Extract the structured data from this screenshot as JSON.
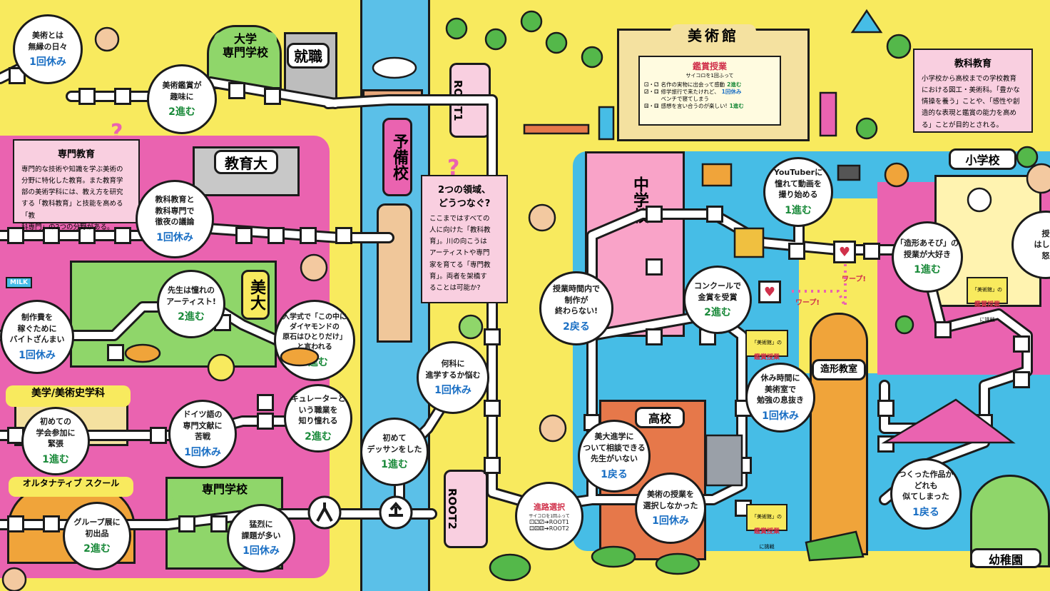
{
  "colors": {
    "bg": "#f8ea5e",
    "pink": "#ea63b0",
    "lightpink": "#f9cfe0",
    "green": "#8fd66a",
    "blue": "#46bde6",
    "orange": "#f0a43a",
    "brick": "#e6784a",
    "river": "#5bc0e8"
  },
  "labels": {
    "art_univ": "大学\n専門学校",
    "job": "就職",
    "museum": "美術館",
    "edu_univ": "教育大",
    "bidai": "美大",
    "yobiko": "予備校",
    "bigaku": "美学/美術史学科",
    "alternative": "オルタナティブ スクール",
    "senmon": "専門学校",
    "chugakko": "中学校",
    "shogakko": "小学校",
    "kokou": "高校",
    "zokei": "造形教室",
    "yochien": "幼稚園",
    "root1": "ROOT1",
    "root2": "ROOT2",
    "warp1": "ワープ!",
    "warp2": "ワープ!",
    "milk": "MILK"
  },
  "squares": [
    {
      "text": "美術とは\n無縁の日々",
      "effect": "1回休み",
      "kind": "ng"
    },
    {
      "text": "美術鑑賞が\n趣味に",
      "effect": "2進む",
      "kind": "ok"
    },
    {
      "text": "教科教育と\n教科専門で\n徹夜の議論",
      "effect": "1回休み",
      "kind": "ng"
    },
    {
      "text": "先生は憧れの\nアーティスト!",
      "effect": "2進む",
      "kind": "ok"
    },
    {
      "text": "制作費を\n稼ぐために\nバイトざんまい",
      "effect": "1回休み",
      "kind": "ng"
    },
    {
      "text": "入学式で「この中に\nダイヤモンドの\n原石はひとりだけ」\nと言われる",
      "effect": "1進む",
      "kind": "ok"
    },
    {
      "text": "キュレーターと\nいう職業を\n知り憧れる",
      "effect": "2進む",
      "kind": "ok"
    },
    {
      "text": "ドイツ語の\n専門文献に\n苦戦",
      "effect": "1回休み",
      "kind": "ng"
    },
    {
      "text": "初めての\n学会参加に\n緊張",
      "effect": "1進む",
      "kind": "ok"
    },
    {
      "text": "グループ展に\n初出品",
      "effect": "2進む",
      "kind": "ok"
    },
    {
      "text": "猛烈に\n課題が多い",
      "effect": "1回休み",
      "kind": "ng"
    },
    {
      "text": "何科に\n進学するか悩む",
      "effect": "1回休み",
      "kind": "ng"
    },
    {
      "text": "初めて\nデッサンをした",
      "effect": "1進む",
      "kind": "ok"
    },
    {
      "text": "授業時間内で\n制作が\n終わらない!",
      "effect": "2戻る",
      "kind": "ng"
    },
    {
      "text": "コンクールで\n金賞を受賞",
      "effect": "2進む",
      "kind": "ok"
    },
    {
      "text": "YouTuberに\n憧れて動画を\n撮り始める",
      "effect": "1進む",
      "kind": "ok"
    },
    {
      "text": "「造形あそび」の\n授業が大好き",
      "effect": "1進む",
      "kind": "ok"
    },
    {
      "text": "休み時間に\n美術室で\n勉強の息抜き",
      "effect": "1回休み",
      "kind": "ng"
    },
    {
      "text": "美大進学に\nついて相談できる\n先生がいない",
      "effect": "1戻る",
      "kind": "ng"
    },
    {
      "text": "美術の授業を\n選択しなかった",
      "effect": "1回休み",
      "kind": "ng"
    },
    {
      "text": "つくった作品が\nどれも\n似てしまった",
      "effect": "1戻る",
      "kind": "ng"
    },
    {
      "text": "授\nはしゃ\n怒",
      "effect": "",
      "kind": "ng"
    }
  ],
  "info_boxes": [
    {
      "title": "専門教育",
      "body": "専門的な技術や知識を学ぶ美術の\n分野に特化した教育。また教育学\n部の美術学科には、教え方を研究\nする「教科教育」と技能を高める「教\n科専門」の2つの分野がある。"
    },
    {
      "title": "教科教育",
      "body": "小学校から高校までの学校教育\nにおける図工・美術科。「豊かな\n情操を養う」ことや、「感性や創\n造的な表現と鑑賞の能力を高め\nる」ことが目的とされる。"
    },
    {
      "title": "2つの領域、\nどうつなぐ?",
      "body": "ここまではすべての\n人に向けた「教科教\n育」。川の向こうは\nアーティストや専門\n家を育てる「専門教\n育」。両者を架橋す\nることは可能か?"
    }
  ],
  "kansho": {
    "title": "鑑賞授業",
    "subtitle": "サイコロを1回ふって",
    "rows": [
      {
        "dice": "⚀・⚁",
        "text": "名作の実物に出会って感動",
        "effect": "2進む"
      },
      {
        "dice": "⚂・⚃",
        "text": "修学旅行で来たけれど、\nベンチで寝てしまう",
        "effect": "1回休み"
      },
      {
        "dice": "⚄・⚅",
        "text": "感想を言い合うのが楽しい!",
        "effect": "1進む"
      }
    ]
  },
  "shinro": {
    "title": "進路選択",
    "subtitle": "サイコロを1回ふって",
    "rows": [
      {
        "dice": "⚀⚁⚂",
        "text": "ROOT1"
      },
      {
        "dice": "⚃⚄⚅",
        "text": "ROOT2"
      }
    ]
  },
  "challenge_tags": [
    {
      "top": "「美術館」の",
      "red": "鑑賞授業",
      "bottom": "に挑戦"
    },
    {
      "top": "「美術館」の",
      "red": "鑑賞授業",
      "bottom": "に挑戦"
    },
    {
      "top": "「美術館」の",
      "red": "鑑賞授業",
      "bottom": "に挑戦"
    }
  ]
}
